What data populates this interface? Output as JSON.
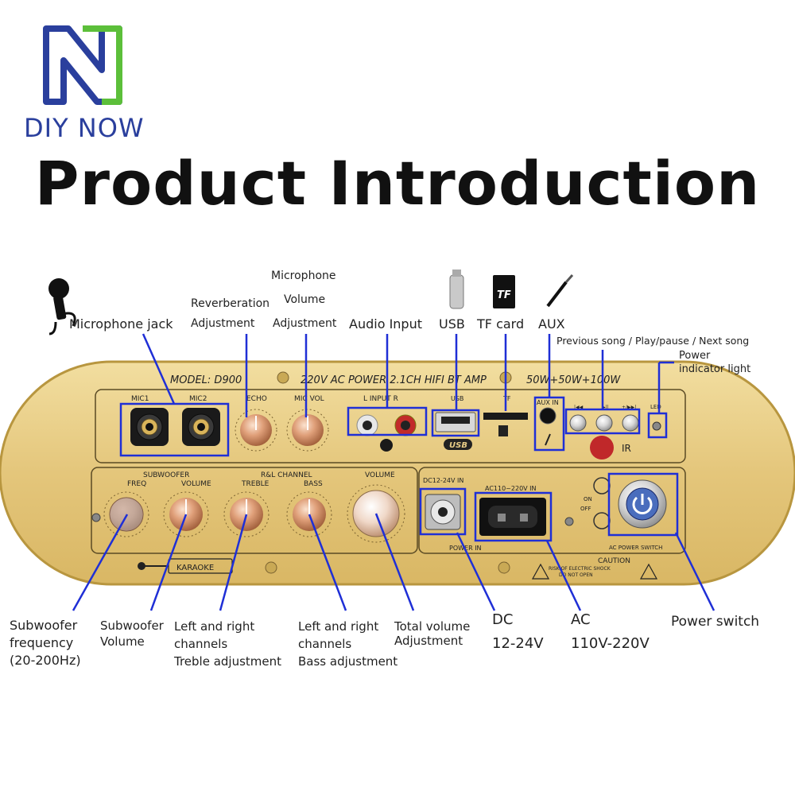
{
  "brand": {
    "name": "DIY NOW",
    "logo_colors": {
      "blue": "#2a3f9d",
      "green": "#5cbf3a"
    }
  },
  "title": "Product Introduction",
  "top_labels": {
    "microphone_jack": "Microphone jack",
    "reverb_line1": "Reverberation",
    "reverb_line2": "Adjustment",
    "mic_vol_line1": "Microphone",
    "mic_vol_line2": "Volume",
    "mic_vol_line3": "Adjustment",
    "audio_input": "Audio Input",
    "usb": "USB",
    "tf_card": "TF card",
    "aux": "AUX",
    "song_controls": "Previous song / Play/pause / Next song",
    "power_led_line1": "Power",
    "power_led_line2": "indicator light"
  },
  "bottom_labels": {
    "sub_freq_line1": "Subwoofer",
    "sub_freq_line2": "frequency",
    "sub_freq_line3": "(20-200Hz)",
    "sub_vol_line1": "Subwoofer",
    "sub_vol_line2": "Volume",
    "treble_line1": "Left and right",
    "treble_line2": "channels",
    "treble_line3": "Treble adjustment",
    "bass_line1": "Left and right",
    "bass_line2": "channels",
    "bass_line3": "Bass adjustment",
    "total_vol_line1": "Total volume",
    "total_vol_line2": "Adjustment",
    "dc_line1": "DC",
    "dc_line2": "12-24V",
    "ac_line1": "AC",
    "ac_line2": "110V-220V",
    "power_switch": "Power switch"
  },
  "panel": {
    "model": "MODEL:  D900",
    "power_spec": "220V AC POWER 2.1CH HIFI BT AMP",
    "watts": "50W+50W+100W",
    "mic1": "MIC1",
    "mic2": "MIC2",
    "echo": "ECHO",
    "mic_vol": "MIC VOL",
    "input": "L  INPUT R",
    "usb": "USB",
    "tf": "TF",
    "aux_in": "AUX IN",
    "led": "LED",
    "ir": "IR",
    "subwoofer": "SUBWOOFER",
    "freq": "FREQ",
    "volume": "VOLUME",
    "rl_channel": "R&L CHANNEL",
    "treble": "TREBLE",
    "bass": "BASS",
    "total_volume": "VOLUME",
    "dc_in": "DC12-24V IN",
    "ac_in": "AC110~220V IN",
    "power_in": "POWER IN",
    "caution": "CAUTION",
    "risk1": "RISK OF ELECTRIC SHOCK",
    "risk2": "DO NOT OPEN",
    "ac_power_switch": "AC POWER SWITCH",
    "on": "ON",
    "off": "OFF",
    "karaoke": "KARAOKE",
    "usb_badge": "USB",
    "prev": "|◀◀",
    "next": "+/▶▶|",
    "play": "▶||"
  },
  "colors": {
    "callout": "#1f2fd6",
    "panel_gold": "#e7cc86",
    "panel_edge": "#b8963f",
    "led_red": "#c0282a"
  }
}
